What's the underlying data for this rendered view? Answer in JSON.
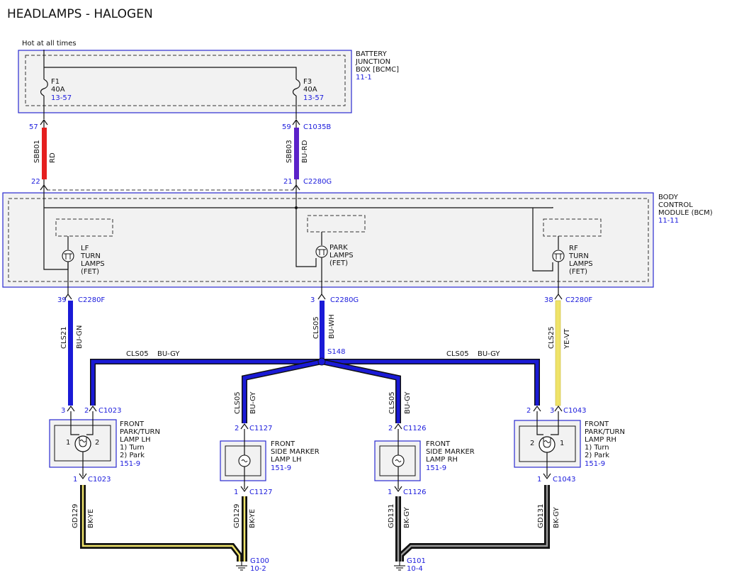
{
  "title": "HEADLAMPS - HALOGEN",
  "hot_label": "Hot at all times",
  "colors": {
    "RD": "#e51f1f",
    "BU-RD": "#5b22c9",
    "BU": "#1a1ad6",
    "YE": "#efe36a",
    "BK": "#111111",
    "box_border": "#2a2ad0",
    "box_fill": "#f2f2f2"
  },
  "bjb": {
    "name_lines": [
      "BATTERY",
      "JUNCTION",
      "BOX [BCMC]"
    ],
    "ref": "11-1",
    "fuses": [
      {
        "name": "F1",
        "rating": "40A",
        "ref": "13-57"
      },
      {
        "name": "F3",
        "rating": "40A",
        "ref": "13-57"
      }
    ]
  },
  "bcm": {
    "name_lines": [
      "BODY",
      "CONTROL",
      "MODULE (BCM)"
    ],
    "ref": "11-11",
    "fets": [
      {
        "lines": [
          "LF",
          "TURN",
          "LAMPS",
          "(FET)"
        ]
      },
      {
        "lines": [
          "PARK",
          "LAMPS",
          "(FET)"
        ]
      },
      {
        "lines": [
          "RF",
          "TURN",
          "LAMPS",
          "(FET)"
        ]
      }
    ]
  },
  "upper_wires": [
    {
      "circuit": "SBB01",
      "color": "RD",
      "top_pin": "57",
      "top_conn": "",
      "bottom_pin": "22",
      "bottom_conn": ""
    },
    {
      "circuit": "SBB03",
      "color": "BU-RD",
      "top_pin": "59",
      "top_conn": "C1035B",
      "bottom_pin": "21",
      "bottom_conn": "C2280G"
    }
  ],
  "bcm_outputs": [
    {
      "pin": "39",
      "conn": "C2280F",
      "circuit": "CLS21",
      "color": "BU-GN"
    },
    {
      "pin": "3",
      "conn": "C2280G",
      "circuit": "CLS05",
      "color": "BU-WH"
    },
    {
      "pin": "38",
      "conn": "C2280F",
      "circuit": "CLS25",
      "color": "YE-VT"
    }
  ],
  "splice": {
    "name": "S148",
    "left_label": {
      "circuit": "CLS05",
      "color": "BU-GY"
    },
    "right_label": {
      "circuit": "CLS05",
      "color": "BU-GY"
    },
    "branch_left": {
      "circuit": "CLS05",
      "color": "BU-GY"
    },
    "branch_right": {
      "circuit": "CLS05",
      "color": "BU-GY"
    }
  },
  "lamps": [
    {
      "name_lines": [
        "FRONT",
        "PARK/TURN",
        "LAMP LH",
        "1) Turn",
        "2) Park"
      ],
      "ref": "151-9",
      "top_pins": [
        "3",
        "2"
      ],
      "top_conn": "C1023",
      "side_pins": [
        "1",
        "2"
      ],
      "bottom_pin": "1",
      "bottom_conn": "C1023"
    },
    {
      "name_lines": [
        "FRONT",
        "SIDE MARKER",
        "LAMP LH"
      ],
      "ref": "151-9",
      "top_pins": [
        "2"
      ],
      "top_conn": "C1127",
      "bottom_pin": "1",
      "bottom_conn": "C1127"
    },
    {
      "name_lines": [
        "FRONT",
        "SIDE MARKER",
        "LAMP RH"
      ],
      "ref": "151-9",
      "top_pins": [
        "2"
      ],
      "top_conn": "C1126",
      "bottom_pin": "1",
      "bottom_conn": "C1126"
    },
    {
      "name_lines": [
        "FRONT",
        "PARK/TURN",
        "LAMP RH",
        "1) Turn",
        "2) Park"
      ],
      "ref": "151-9",
      "top_pins": [
        "2",
        "3"
      ],
      "top_conn": "C1043",
      "side_pins": [
        "2",
        "1"
      ],
      "bottom_pin": "1",
      "bottom_conn": "C1043"
    }
  ],
  "ground_wires": [
    {
      "circuit": "GD129",
      "color": "BK-YE"
    },
    {
      "circuit": "GD129",
      "color": "BK-YE"
    },
    {
      "circuit": "GD131",
      "color": "BK-GY"
    },
    {
      "circuit": "GD131",
      "color": "BK-GY"
    }
  ],
  "grounds": [
    {
      "name": "G100",
      "ref": "10-2"
    },
    {
      "name": "G101",
      "ref": "10-4"
    }
  ]
}
